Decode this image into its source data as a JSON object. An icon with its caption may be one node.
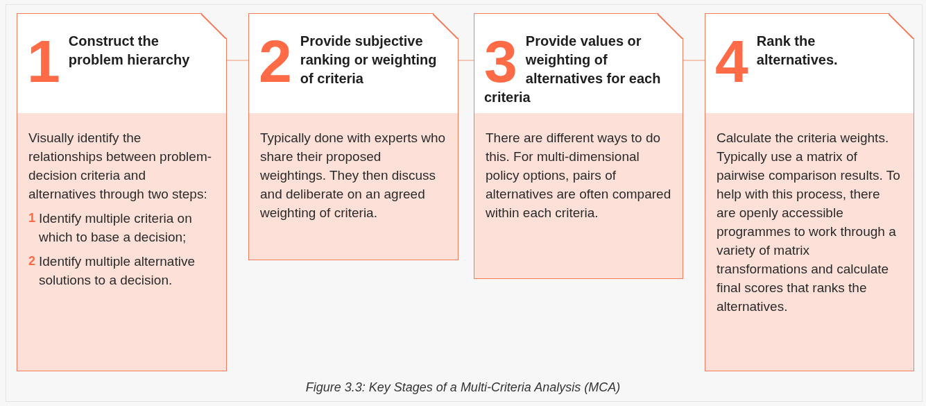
{
  "diagram": {
    "caption": "Figure 3.3: Key Stages of a Multi-Criteria Analysis (MCA)",
    "nodes": [
      {
        "text": [
          "1",
          "Construct the problem hierarchy",
          "Visually identify the relationships between problem-decision criteria and alternatives through two steps:",
          "1",
          "Identify multiple criteria on which to base a decision;",
          "2",
          "Identify multiple alternative solutions to a decision."
        ]
      },
      {
        "text": [
          "2",
          "Provide subjective ranking or weighting of criteria",
          "Typically done with experts who share their proposed weightings. They then discuss and deliberate on an agreed weighting of criteria."
        ]
      },
      {
        "text": [
          "3",
          "Provide values or weighting of alternatives for each criteria",
          "There are different ways to do this. For multi-dimensional policy options, pairs of alternatives are often compared within each criteria."
        ]
      },
      {
        "text": [
          "4",
          "Rank the alternatives.",
          "Calculate the criteria weights. Typically use a matrix of pairwise comparison results. To help with this process, there are openly accessible programmes to work through  a variety of matrix transformations and calculate final scores that ranks the alternatives."
        ]
      }
    ],
    "edges": [
      {
        "from": 0,
        "to": 1,
        "arrow": "none"
      },
      {
        "from": 1,
        "to": 2,
        "arrow": "none"
      },
      {
        "from": 2,
        "to": 3,
        "arrow": "none"
      }
    ]
  }
}
